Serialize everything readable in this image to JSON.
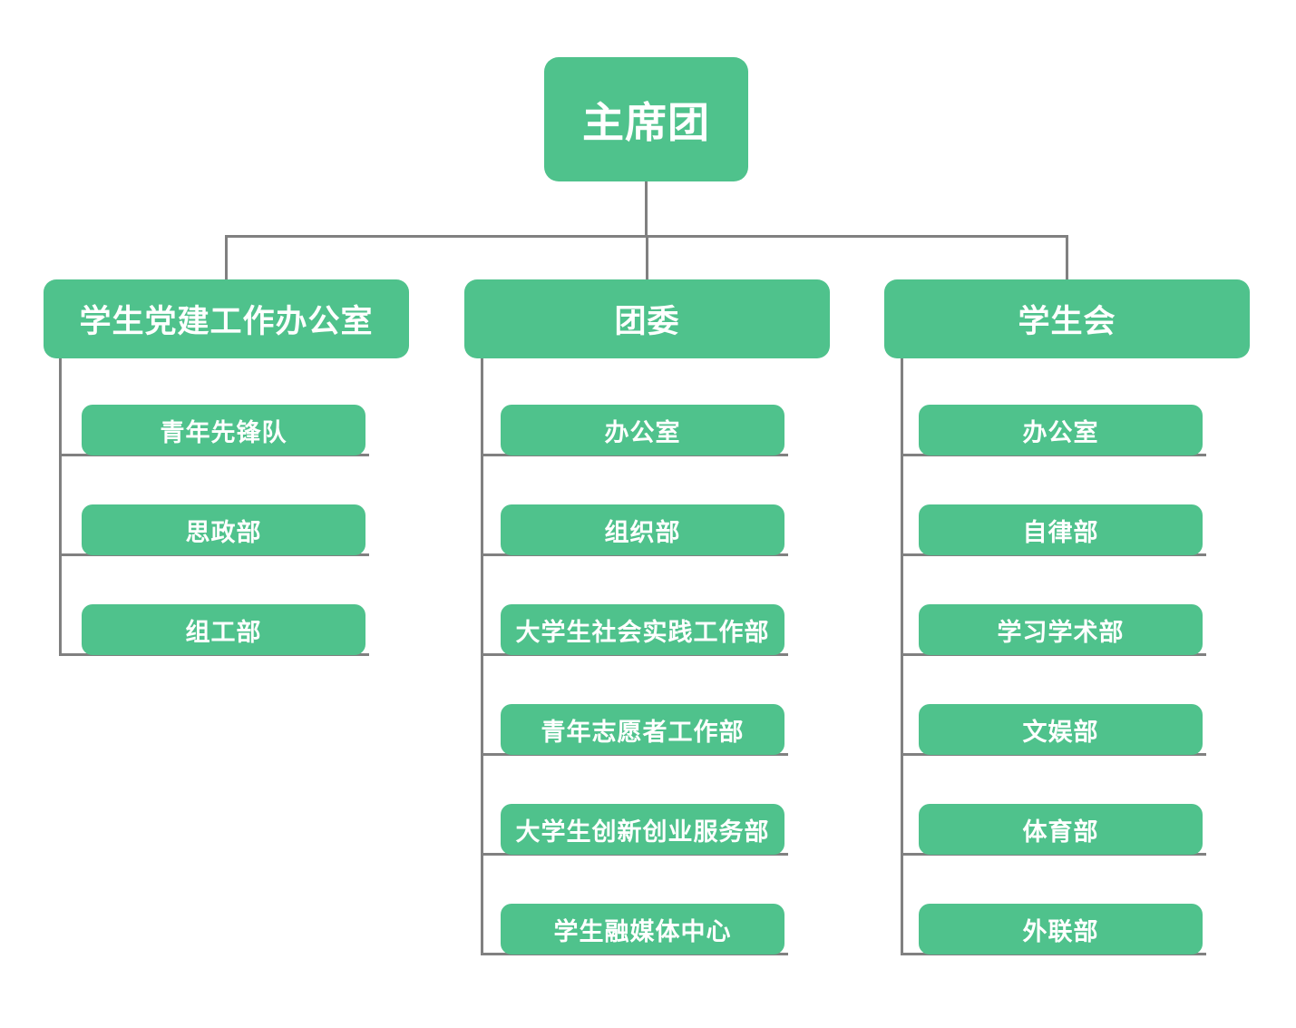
{
  "org": {
    "root": {
      "label": "主席团"
    },
    "branches": [
      {
        "label": "学生党建工作办公室",
        "children": [
          "青年先锋队",
          "思政部",
          "组工部"
        ]
      },
      {
        "label": "团委",
        "children": [
          "办公室",
          "组织部",
          "大学生社会实践工作部",
          "青年志愿者工作部",
          "大学生创新创业服务部",
          "学生融媒体中心"
        ]
      },
      {
        "label": "学生会",
        "children": [
          "办公室",
          "自律部",
          "学习学术部",
          "文娱部",
          "体育部",
          "外联部"
        ]
      }
    ],
    "colors": {
      "node_fill": "#4FC28C",
      "node_text": "#FFFFFF",
      "connector": "#808080",
      "background": "#FFFFFF"
    }
  }
}
